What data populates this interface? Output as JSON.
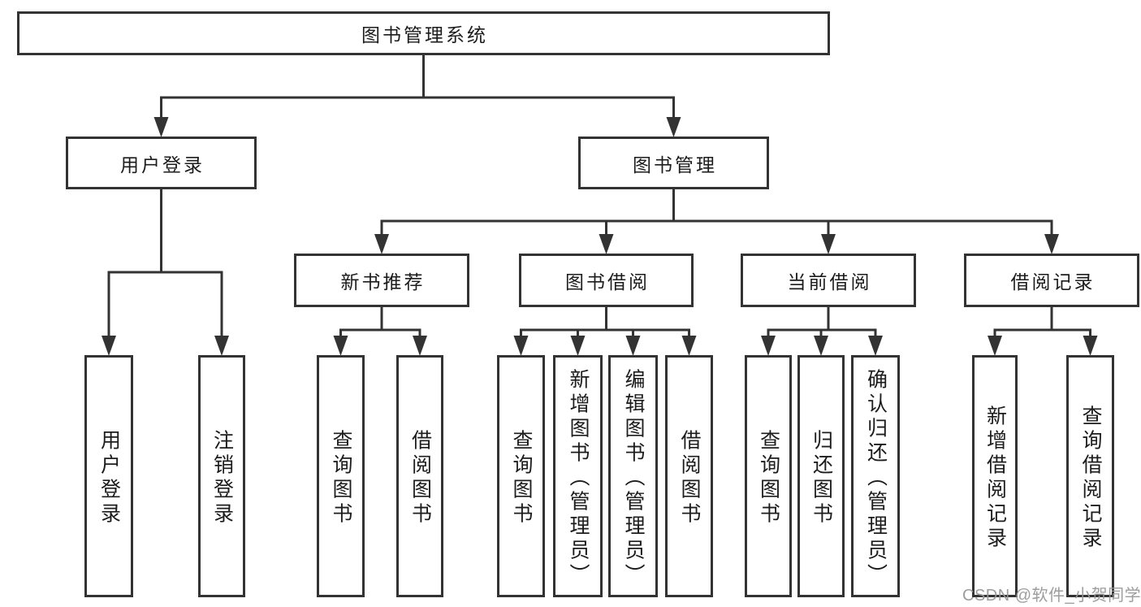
{
  "diagram": {
    "title": "图书管理系统",
    "nodes": {
      "root": "图书管理系统",
      "user_login": "用户登录",
      "book_mgmt": "图书管理",
      "new_book_rec": "新书推荐",
      "book_borrow": "图书借阅",
      "current_borrow": "当前借阅",
      "borrow_record": "借阅记录",
      "leaf_user_login": "用户登录",
      "leaf_logout": "注销登录",
      "leaf_query_book_1": "查询图书",
      "leaf_borrow_book_1": "借阅图书",
      "leaf_query_book_2": "查询图书",
      "leaf_add_book": "新增图书（管理员）",
      "leaf_edit_book": "编辑图书（管理员）",
      "leaf_borrow_book_2": "借阅图书",
      "leaf_query_book_3": "查询图书",
      "leaf_return_book": "归还图书",
      "leaf_confirm_return": "确认归还（管理员）",
      "leaf_add_borrow_record": "新增借阅记录",
      "leaf_query_borrow_record": "查询借阅记录"
    },
    "edges": [
      [
        "root",
        "user_login"
      ],
      [
        "root",
        "book_mgmt"
      ],
      [
        "user_login",
        "leaf_user_login"
      ],
      [
        "user_login",
        "leaf_logout"
      ],
      [
        "book_mgmt",
        "new_book_rec"
      ],
      [
        "book_mgmt",
        "book_borrow"
      ],
      [
        "book_mgmt",
        "current_borrow"
      ],
      [
        "book_mgmt",
        "borrow_record"
      ],
      [
        "new_book_rec",
        "leaf_query_book_1"
      ],
      [
        "new_book_rec",
        "leaf_borrow_book_1"
      ],
      [
        "book_borrow",
        "leaf_query_book_2"
      ],
      [
        "book_borrow",
        "leaf_add_book"
      ],
      [
        "book_borrow",
        "leaf_edit_book"
      ],
      [
        "book_borrow",
        "leaf_borrow_book_2"
      ],
      [
        "current_borrow",
        "leaf_query_book_3"
      ],
      [
        "current_borrow",
        "leaf_return_book"
      ],
      [
        "current_borrow",
        "leaf_confirm_return"
      ],
      [
        "borrow_record",
        "leaf_add_borrow_record"
      ],
      [
        "borrow_record",
        "leaf_query_borrow_record"
      ]
    ]
  },
  "watermark": "CSDN @软件_小贺同学",
  "colors": {
    "line": "#333333",
    "text": "#1c1c1c",
    "background": "#ffffff",
    "watermark": "#989898"
  }
}
